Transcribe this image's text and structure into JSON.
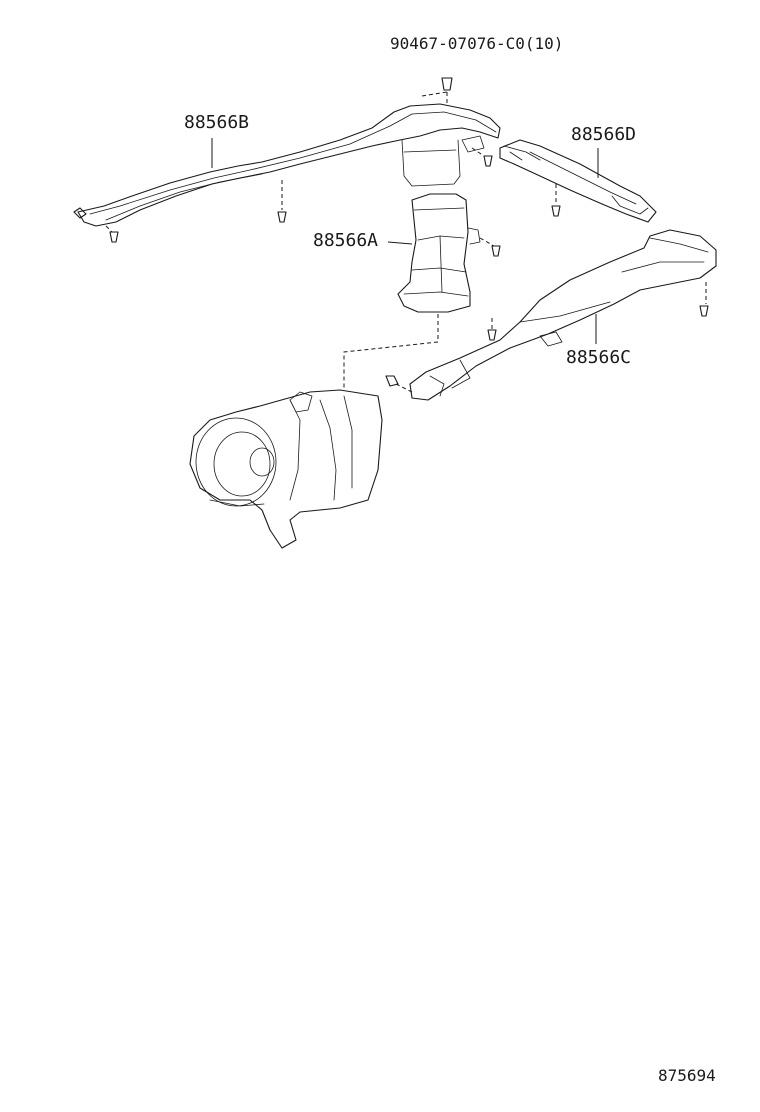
{
  "labels": {
    "fastener_top": "90467-07076-C0(10)",
    "duct_b": "88566B",
    "duct_d": "88566D",
    "duct_a": "88566A",
    "duct_c": "88566C",
    "figure_id": "875694"
  },
  "colors": {
    "line": "#1a1a1a",
    "background": "#ffffff"
  }
}
